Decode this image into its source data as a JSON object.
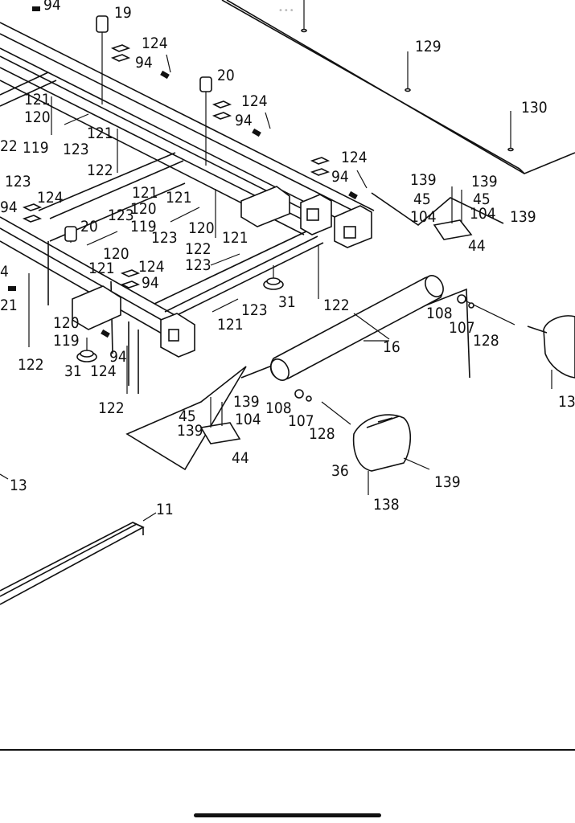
{
  "labels": [
    {
      "id": "p94a",
      "text": "94"
    },
    {
      "id": "p19",
      "text": "19"
    },
    {
      "id": "p124a",
      "text": "124"
    },
    {
      "id": "p94b",
      "text": "94"
    },
    {
      "id": "p20a",
      "text": "20"
    },
    {
      "id": "p124b",
      "text": "124"
    },
    {
      "id": "p94c",
      "text": "94"
    },
    {
      "id": "p121a",
      "text": "121"
    },
    {
      "id": "p120a",
      "text": "120"
    },
    {
      "id": "p121b",
      "text": "121"
    },
    {
      "id": "p22",
      "text": "22"
    },
    {
      "id": "p119a",
      "text": "119"
    },
    {
      "id": "p123a",
      "text": "123"
    },
    {
      "id": "p122a",
      "text": "122"
    },
    {
      "id": "p123b",
      "text": "123"
    },
    {
      "id": "p124c",
      "text": "124"
    },
    {
      "id": "p94d",
      "text": "94"
    },
    {
      "id": "p121c",
      "text": "121"
    },
    {
      "id": "p120b",
      "text": "120"
    },
    {
      "id": "p121d",
      "text": "121"
    },
    {
      "id": "p123c",
      "text": "123"
    },
    {
      "id": "p119b",
      "text": "119"
    },
    {
      "id": "p120c",
      "text": "120"
    },
    {
      "id": "p123d",
      "text": "123"
    },
    {
      "id": "p122b",
      "text": "122"
    },
    {
      "id": "p121e",
      "text": "121"
    },
    {
      "id": "p123e",
      "text": "123"
    },
    {
      "id": "p94e",
      "text": "94"
    },
    {
      "id": "p124d",
      "text": "124"
    },
    {
      "id": "p20b",
      "text": "20"
    },
    {
      "id": "p120d",
      "text": "120"
    },
    {
      "id": "p121f",
      "text": "121"
    },
    {
      "id": "p124e",
      "text": "124"
    },
    {
      "id": "p94f",
      "text": "94"
    },
    {
      "id": "p4",
      "text": "4"
    },
    {
      "id": "p21",
      "text": "21"
    },
    {
      "id": "p31a",
      "text": "31"
    },
    {
      "id": "p122c",
      "text": "122"
    },
    {
      "id": "p123f",
      "text": "123"
    },
    {
      "id": "p121g",
      "text": "121"
    },
    {
      "id": "p120e",
      "text": "120"
    },
    {
      "id": "p119c",
      "text": "119"
    },
    {
      "id": "p94g",
      "text": "94"
    },
    {
      "id": "p122d",
      "text": "122"
    },
    {
      "id": "p31b",
      "text": "31"
    },
    {
      "id": "p124f",
      "text": "124"
    },
    {
      "id": "p122e",
      "text": "122"
    },
    {
      "id": "p16",
      "text": "16"
    },
    {
      "id": "p108a",
      "text": "108"
    },
    {
      "id": "p107a",
      "text": "107"
    },
    {
      "id": "p128a",
      "text": "128"
    },
    {
      "id": "p108b",
      "text": "108"
    },
    {
      "id": "p107b",
      "text": "107"
    },
    {
      "id": "p128b",
      "text": "128"
    },
    {
      "id": "p139a",
      "text": "139"
    },
    {
      "id": "p45a",
      "text": "45"
    },
    {
      "id": "p139b",
      "text": "139"
    },
    {
      "id": "p104a",
      "text": "104"
    },
    {
      "id": "p44a",
      "text": "44"
    },
    {
      "id": "p139c",
      "text": "139"
    },
    {
      "id": "p45b",
      "text": "45"
    },
    {
      "id": "p104b",
      "text": "104"
    },
    {
      "id": "p139d",
      "text": "139"
    },
    {
      "id": "p45c",
      "text": "45"
    },
    {
      "id": "p104c",
      "text": "104"
    },
    {
      "id": "p139e",
      "text": "139"
    },
    {
      "id": "p44b",
      "text": "44"
    },
    {
      "id": "p129",
      "text": "129"
    },
    {
      "id": "p130",
      "text": "130"
    },
    {
      "id": "p36",
      "text": "36"
    },
    {
      "id": "p139f",
      "text": "139"
    },
    {
      "id": "p138a",
      "text": "138"
    },
    {
      "id": "p13x",
      "text": "13"
    },
    {
      "id": "p13",
      "text": "13"
    },
    {
      "id": "p11",
      "text": "11"
    }
  ]
}
